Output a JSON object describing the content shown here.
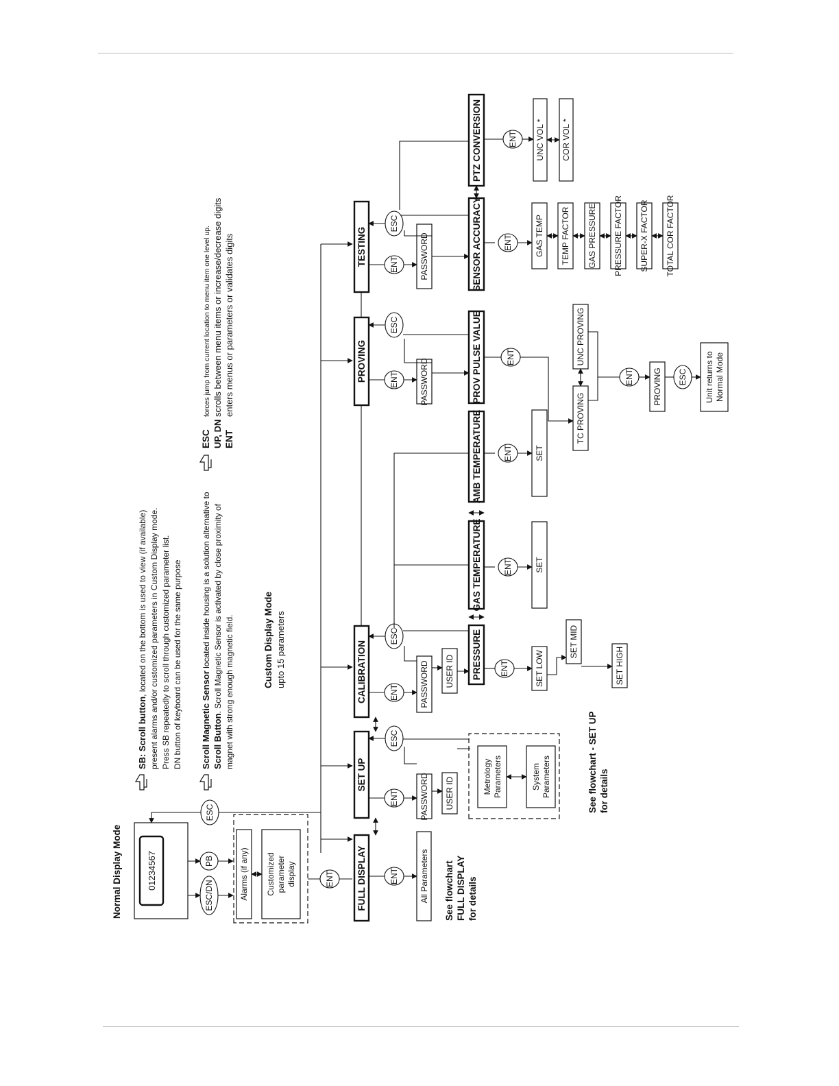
{
  "diagram": {
    "normal_display_mode": "Normal Display Mode",
    "display_value": "01234567",
    "esc_dn": "ESC/DN",
    "pb": "PB",
    "alarms": "Alarms (if any)",
    "customized": [
      "Customized",
      "parameter",
      "display"
    ],
    "esc": "ESC",
    "ent": "ENT",
    "full_display": "FULL DISPLAY",
    "set_up": "SET UP",
    "calibration": "CALIBRATION",
    "proving": "PROVING",
    "testing": "TESTING",
    "password": "PASSWORD",
    "user_id": "USER ID",
    "all_parameters": "All Parameters",
    "see_full_display": [
      "See flowchart",
      "FULL DISPLAY",
      "for details"
    ],
    "metrology": [
      "Metrology",
      "Parameters"
    ],
    "system": [
      "System",
      "Parameters"
    ],
    "see_set_up": [
      "See flowchart - SET UP",
      "for details"
    ],
    "pressure": "PRESSURE",
    "set_low": "SET LOW",
    "set_mid": "SET MID",
    "set_high": "SET HIGH",
    "gas_temperature": "GAS TEMPERATURE",
    "amb_temperature": "AMB TEMPERATURE",
    "set": "SET",
    "prov_pulse_value": "PROV PULSE VALUE",
    "tc_proving": "TC PROVING",
    "unc_proving": "UNC PROVING",
    "proving_item": "PROVING",
    "unit_returns": [
      "Unit returns to",
      "Normal Mode"
    ],
    "sensor_accuracy": "SENSOR ACCURACY",
    "ptz_conversion": "PTZ CONVERSION",
    "sensor_items": [
      "GAS TEMP",
      "TEMP FACTOR",
      "GAS PRESSURE",
      "PRESSURE FACTOR",
      "SUPER-X FACTOR",
      "TOTAL COR FACTOR"
    ],
    "ptz_items": [
      "UNC VOL *",
      "COR VOL *"
    ]
  },
  "notes": {
    "sb_bold": "SB: Scroll button",
    "sb_line1": ", located on the bottom is used to view (if available)",
    "sb_line2": "present alarms and/or customized parameters in Custom Display mode.",
    "sb_line3": "Press SB repeatedly to scroll through customized parameter list.",
    "sb_line4": "DN button of keyboard can be used for the same purpose",
    "sms_bold": "Scroll Magnetic Sensor",
    "sms_line1": " located inside housing is a solution alternative to",
    "sms_bold2": "Scroll Button",
    "sms_line2": ". Scroll Magnetic Sensor is activated by close proximity of",
    "sms_line3": "magnet with strong enough magnetic field.",
    "custom_mode_title": "Custom Display Mode",
    "custom_mode_sub": "upto 15 parameters",
    "esc_key": "ESC",
    "esc_desc": "forces jump from current location to menu item one level up.",
    "updn_key": "UP, DN",
    "updn_desc": " scrolls between menu items or increase/decrease digits",
    "ent_key": "ENT",
    "ent_desc": "enters menus or parameters or validates digits"
  },
  "icons": [
    "pointing-hand-icon",
    "pointing-hand-icon",
    "pointing-hand-icon"
  ]
}
